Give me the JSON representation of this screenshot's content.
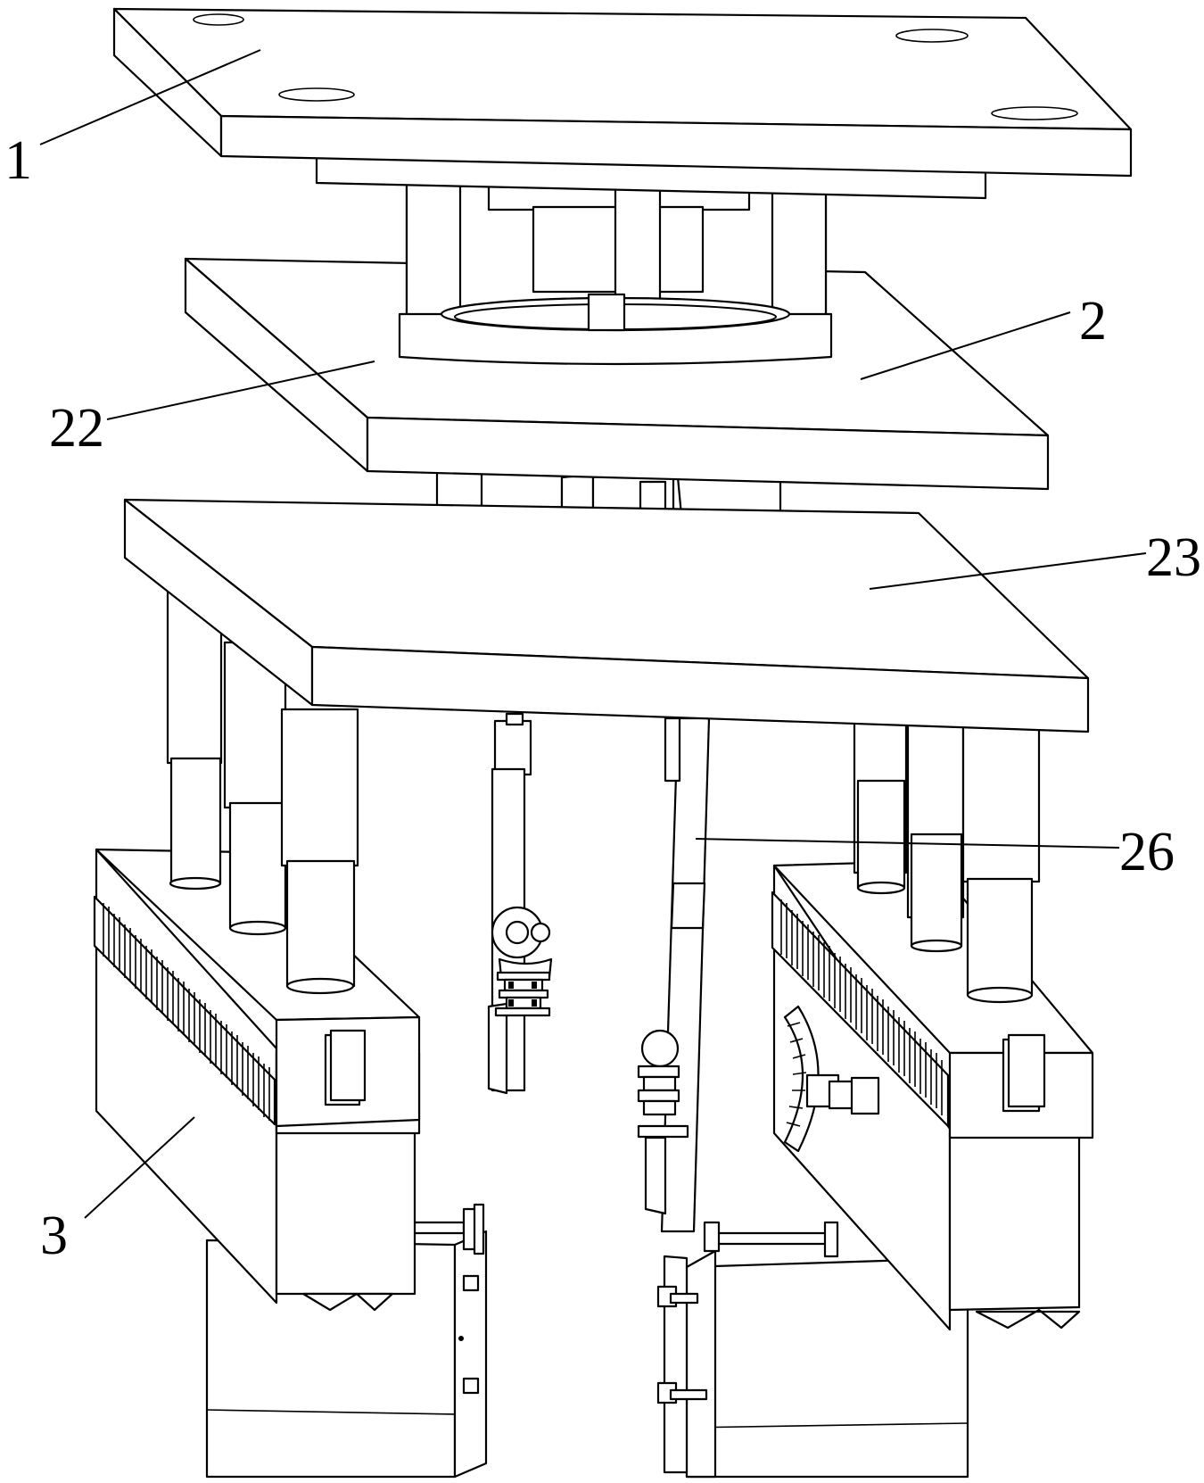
{
  "labels": [
    {
      "id": "1",
      "text": "1"
    },
    {
      "id": "2",
      "text": "2"
    },
    {
      "id": "22",
      "text": "22"
    },
    {
      "id": "23",
      "text": "23"
    },
    {
      "id": "26",
      "text": "26"
    },
    {
      "id": "3",
      "text": "3"
    }
  ]
}
